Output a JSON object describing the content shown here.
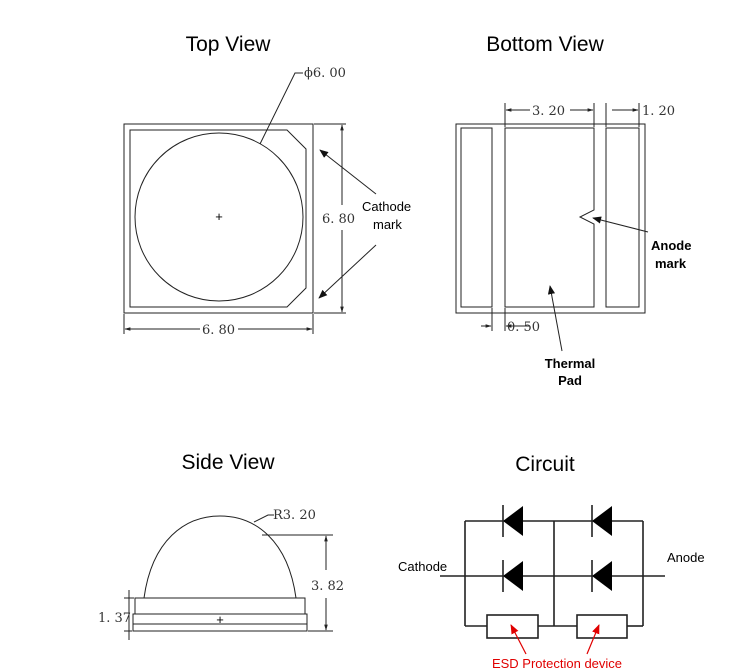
{
  "top_view": {
    "title": "Top View",
    "diameter": "ϕ6. 00",
    "height_dim": "6. 80",
    "width_dim": "6. 80",
    "cathode_label_line1": "Cathode",
    "cathode_label_line2": "mark"
  },
  "bottom_view": {
    "title": "Bottom View",
    "pad_width": "3. 20",
    "side_pad_width": "1. 20",
    "gap": "0. 50",
    "anode_label_line1": "Anode",
    "anode_label_line2": "mark",
    "thermal_label_line1": "Thermal",
    "thermal_label_line2": "Pad"
  },
  "side_view": {
    "title": "Side View",
    "radius": "R3. 20",
    "total_height": "3. 82",
    "base_height": "1. 37"
  },
  "circuit": {
    "title": "Circuit",
    "cathode": "Cathode",
    "anode": "Anode",
    "esd_label": "ESD Protection device",
    "colors": {
      "esd": "#e00000"
    }
  }
}
